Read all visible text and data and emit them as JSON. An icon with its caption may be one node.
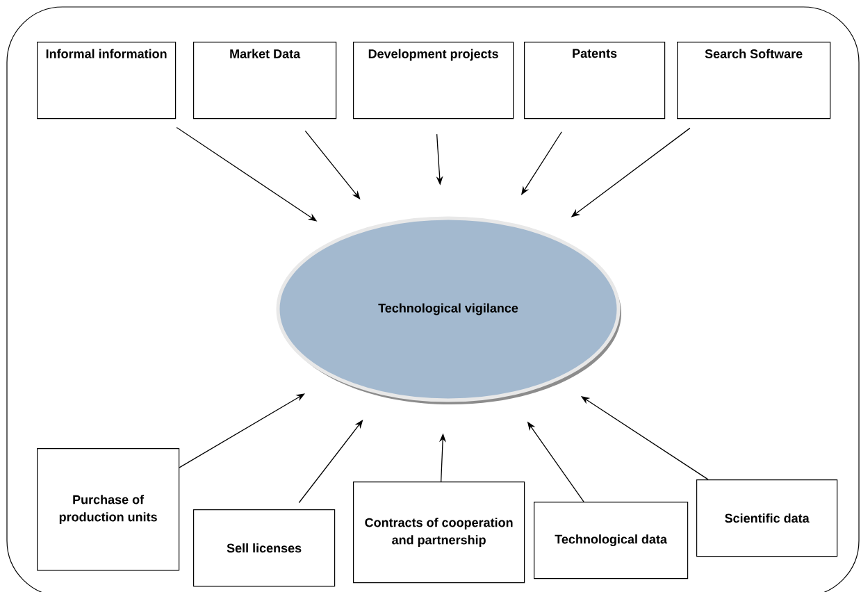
{
  "diagram": {
    "nodes": [
      {
        "text": [
          "Informal information"
        ]
      },
      {
        "text": [
          "Market Data"
        ]
      },
      {
        "text": [
          "Development projects"
        ]
      },
      {
        "text": [
          "Patents"
        ]
      },
      {
        "text": [
          "Search Software"
        ]
      },
      {
        "text": [
          "Technological vigilance"
        ]
      },
      {
        "text": [
          "Purchase of production units"
        ]
      },
      {
        "text": [
          "Sell licenses"
        ]
      },
      {
        "text": [
          "Contracts of cooperation and partnership"
        ]
      },
      {
        "text": [
          "Technological data"
        ]
      },
      {
        "text": [
          "Scientific data"
        ]
      }
    ],
    "edges": [
      {
        "from": 0,
        "to": 5,
        "arrow": "to"
      },
      {
        "from": 1,
        "to": 5,
        "arrow": "to"
      },
      {
        "from": 2,
        "to": 5,
        "arrow": "to"
      },
      {
        "from": 3,
        "to": 5,
        "arrow": "to"
      },
      {
        "from": 4,
        "to": 5,
        "arrow": "to"
      },
      {
        "from": 6,
        "to": 5,
        "arrow": "to"
      },
      {
        "from": 7,
        "to": 5,
        "arrow": "to"
      },
      {
        "from": 8,
        "to": 5,
        "arrow": "to"
      },
      {
        "from": 9,
        "to": 5,
        "arrow": "to"
      },
      {
        "from": 10,
        "to": 5,
        "arrow": "to"
      }
    ]
  }
}
